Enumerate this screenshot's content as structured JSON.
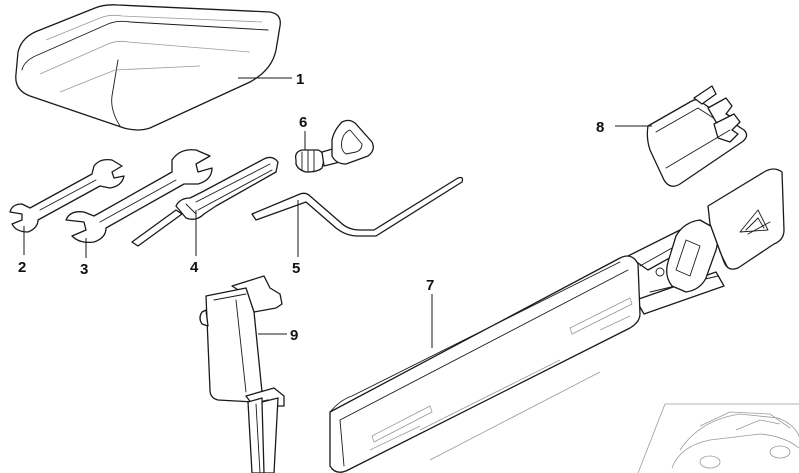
{
  "callouts": {
    "c1": "1",
    "c2": "2",
    "c3": "3",
    "c4": "4",
    "c5": "5",
    "c6": "6",
    "c7": "7",
    "c8": "8",
    "c9": "9"
  },
  "parts": [
    {
      "callout": "1",
      "icon": "tool-case-icon"
    },
    {
      "callout": "2",
      "icon": "small-open-end-wrench-icon"
    },
    {
      "callout": "3",
      "icon": "open-end-wrench-icon"
    },
    {
      "callout": "4",
      "icon": "screwdriver-icon"
    },
    {
      "callout": "5",
      "icon": "bent-rod-icon"
    },
    {
      "callout": "6",
      "icon": "towing-eye-icon"
    },
    {
      "callout": "7",
      "icon": "warning-triangle-case-icon"
    },
    {
      "callout": "8",
      "icon": "bracket-clip-icon"
    },
    {
      "callout": "9",
      "icon": "holder-bracket-icon"
    }
  ],
  "colors": {
    "line": "#1a1a1a",
    "background": "#ffffff"
  }
}
